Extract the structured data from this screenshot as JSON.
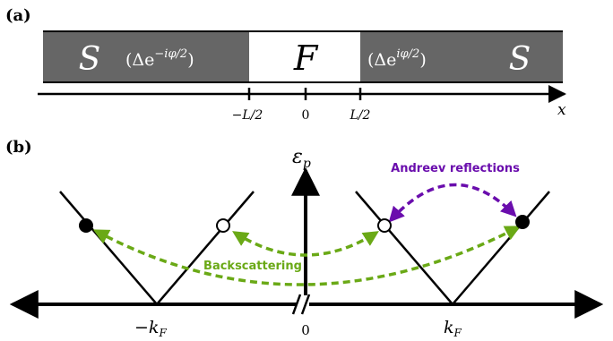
{
  "panel_a": {
    "label": "(a)",
    "left_region": {
      "letter": "S",
      "gap": "(Δe",
      "exp": "−iφ/2",
      "close": ")"
    },
    "middle_region": {
      "letter": "F"
    },
    "right_region": {
      "letter": "S",
      "gap": "(Δe",
      "exp": "iφ/2",
      "close": ")"
    },
    "axis": {
      "variable": "x",
      "ticks": [
        {
          "label": "−L/2"
        },
        {
          "label": "0"
        },
        {
          "label": "L/2"
        }
      ]
    },
    "colors": {
      "superconductor": "#666666",
      "ferromagnet": "#ffffff",
      "line": "#000000"
    }
  },
  "panel_b": {
    "label": "(b)",
    "y_axis_label": "ε",
    "y_axis_sub": "p",
    "x_ticks": [
      {
        "label": "−k",
        "sub": "F"
      },
      {
        "label": "0",
        "sub": ""
      },
      {
        "label": "k",
        "sub": "F"
      }
    ],
    "andreev_label": "Andreev reflections",
    "backscatter_label": "Backscattering",
    "colors": {
      "andreev": "#6a0dad",
      "backscatter": "#6aa916",
      "line": "#000000"
    }
  }
}
